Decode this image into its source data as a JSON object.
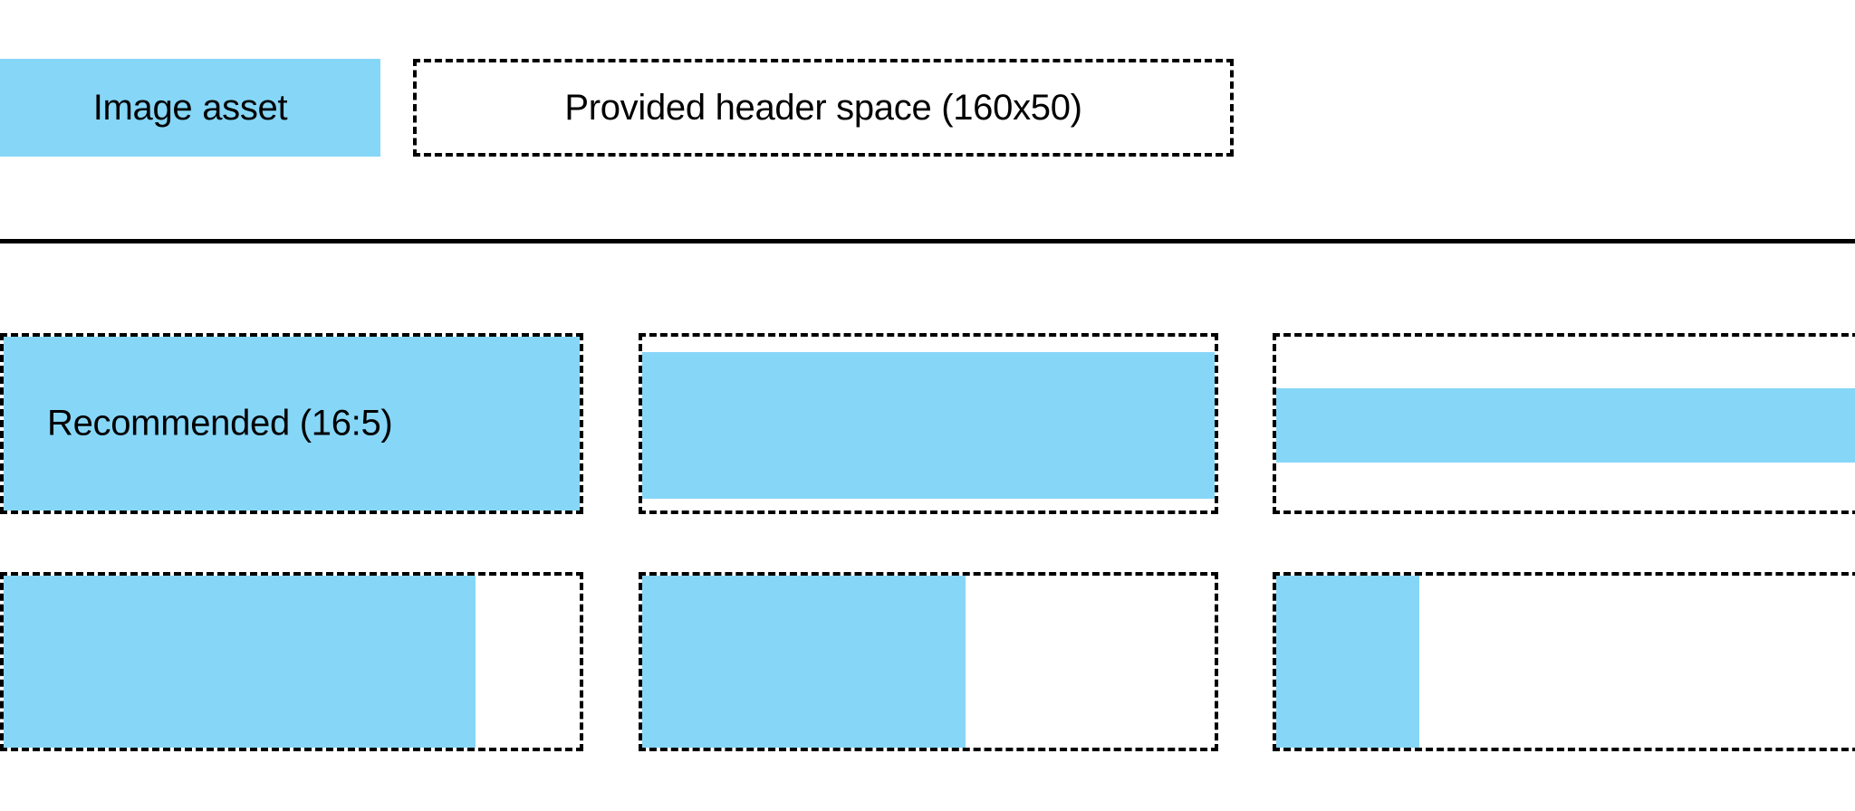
{
  "colors": {
    "fill_blue": "#86d6f7",
    "outline": "#000000",
    "background": "#ffffff"
  },
  "header": {
    "swatch_label": "Image asset",
    "space_label": "Provided header space (160x50)",
    "space_dimensions": "160x50"
  },
  "divider": {
    "present": true
  },
  "ratio_grid": {
    "recommended_label": "Recommended (16:5)",
    "recommended_ratio": "16:5",
    "rows": [
      {
        "name": "aspect-ratio-row",
        "cells": [
          {
            "name": "recommended-16-5",
            "fill": "full",
            "labelled": true
          },
          {
            "name": "shorter-fill",
            "fill": "inset-vertical",
            "labelled": false
          },
          {
            "name": "shortest-fill",
            "fill": "band",
            "labelled": false
          }
        ]
      },
      {
        "name": "width-fit-row",
        "cells": [
          {
            "name": "wide-fill",
            "fill": "left-wide",
            "labelled": false
          },
          {
            "name": "medium-fill",
            "fill": "left-medium",
            "labelled": false
          },
          {
            "name": "narrow-fill",
            "fill": "left-narrow",
            "labelled": false
          }
        ]
      }
    ]
  }
}
